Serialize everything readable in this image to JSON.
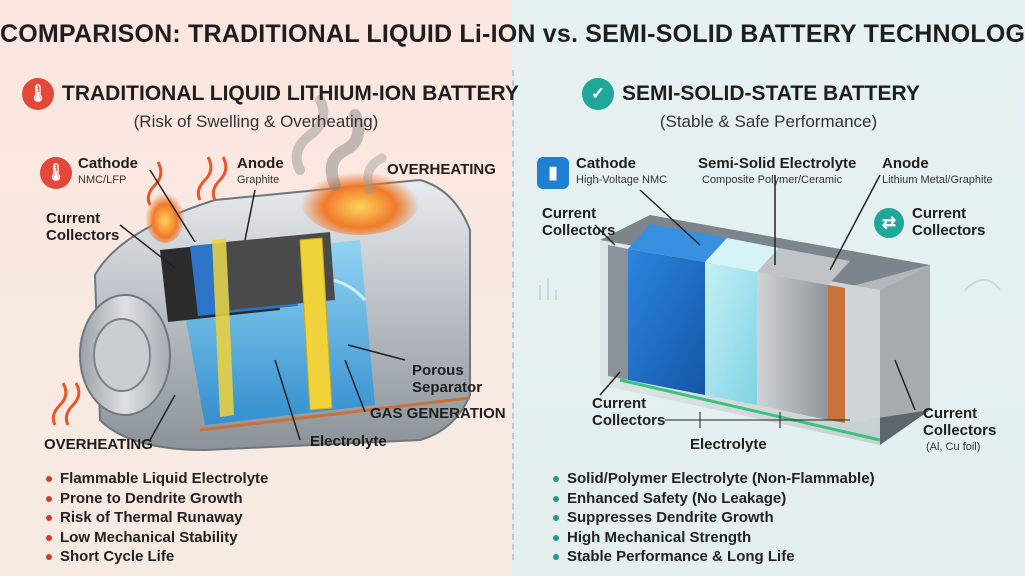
{
  "title": "COMPARISON: TRADITIONAL LIQUID Li-ION vs. SEMI-SOLID BATTERY TECHNOLOGY",
  "left": {
    "heading": "TRADITIONAL LIQUID LITHIUM-ION BATTERY",
    "subtitle": "(Risk of Swelling & Overheating)",
    "labels": {
      "cathode": "Cathode",
      "cathode_sub": "NMC/LFP",
      "anode": "Anode",
      "anode_sub": "Graphite",
      "overheating_top": "OVERHEATING",
      "current_collectors": "Current Collectors",
      "porous_separator": "Porous Separator",
      "gas_generation": "GAS GENERATION",
      "electrolyte": "Electrolyte",
      "overheating_bottom": "OVERHEATING"
    },
    "bullets": [
      "Flammable Liquid Electrolyte",
      "Prone to Dendrite Growth",
      "Risk of Thermal Runaway",
      "Low Mechanical Stability",
      "Short Cycle Life"
    ]
  },
  "right": {
    "heading": "SEMI-SOLID-STATE BATTERY",
    "subtitle": "(Stable & Safe Performance)",
    "labels": {
      "cathode": "Cathode",
      "cathode_sub": "High-Voltage NMC",
      "semi_solid": "Semi-Solid Electrolyte",
      "semi_solid_sub": "Composite Polymer/Ceramic",
      "anode": "Anode",
      "anode_sub": "Lithium Metal/Graphite",
      "current_collectors_tl": "Current Collectors",
      "current_collectors_tr": "Current Collectors",
      "current_collectors_bl": "Current Collectors",
      "electrolyte": "Electrolyte",
      "current_collectors_br": "Current Collectors",
      "current_collectors_br_sub": "(Al, Cu foil)"
    },
    "bullets": [
      "Solid/Polymer Electrolyte (Non-Flammable)",
      "Enhanced Safety (No Leakage)",
      "Suppresses Dendrite Growth",
      "High Mechanical Strength",
      "Stable Performance & Long Life"
    ]
  },
  "colors": {
    "left_accent": "#e2493a",
    "right_accent": "#1fa89a",
    "cathode_blue": "#1f6fc9",
    "separator_yellow": "#f0d23a",
    "electrolyte_liquid": "#4fb6e6",
    "anode_dark": "#2b2b2b",
    "copper": "#c8713a"
  },
  "icons": {
    "left_heading": "thermometer-icon",
    "right_heading": "shield-check-icon",
    "left_cathode": "thermometer-icon",
    "right_cathode": "battery-icon",
    "right_collectors": "arrows-exchange-icon"
  }
}
